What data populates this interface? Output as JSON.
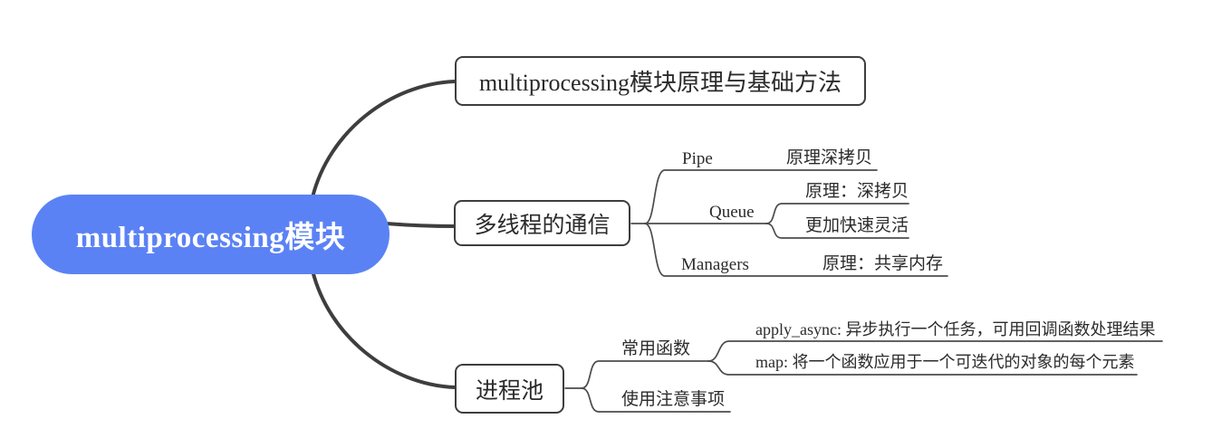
{
  "mindmap": {
    "root": {
      "label": "multiprocessing模块"
    },
    "branches": [
      {
        "label": "multiprocessing模块原理与基础方法"
      },
      {
        "label": "多线程的通信",
        "children": [
          {
            "label": "Pipe",
            "children": [
              {
                "label": "原理深拷贝"
              }
            ]
          },
          {
            "label": "Queue",
            "children": [
              {
                "label": "原理：深拷贝"
              },
              {
                "label": "更加快速灵活"
              }
            ]
          },
          {
            "label": "Managers",
            "children": [
              {
                "label": "原理：共享内存"
              }
            ]
          }
        ]
      },
      {
        "label": "进程池",
        "children": [
          {
            "label": "常用函数",
            "children": [
              {
                "label": "apply_async: 异步执行一个任务，可用回调函数处理结果"
              },
              {
                "label": "map: 将一个函数应用于一个可迭代的对象的每个元素"
              }
            ]
          },
          {
            "label": "使用注意事项"
          }
        ]
      }
    ],
    "colors": {
      "root_fill": "#5b82f5",
      "root_text": "#ffffff",
      "line": "#4c4c4c",
      "thick_line": "#3e3e3e",
      "text": "#2b2b2b",
      "box_border": "#3d3d3d"
    }
  }
}
